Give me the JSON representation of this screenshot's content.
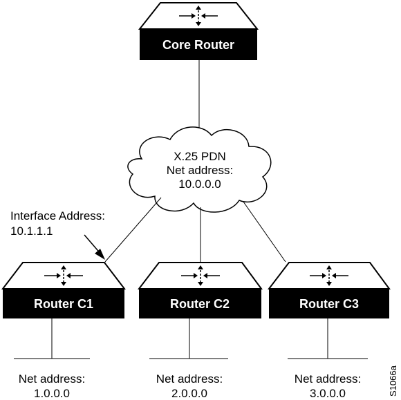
{
  "core_router": {
    "label": "Core Router"
  },
  "cloud": {
    "lines": [
      "X.25 PDN",
      "Net address:",
      "10.0.0.0"
    ]
  },
  "interface_note": {
    "lines": [
      "Interface Address:",
      "10.1.1.1"
    ]
  },
  "routers": [
    {
      "label": "Router C1",
      "net_lines": [
        "Net address:",
        "1.0.0.0"
      ]
    },
    {
      "label": "Router C2",
      "net_lines": [
        "Net address:",
        "2.0.0.0"
      ]
    },
    {
      "label": "Router C3",
      "net_lines": [
        "Net address:",
        "3.0.0.0"
      ]
    }
  ],
  "figure_id": "S1066a",
  "icons": {
    "router": "router-arrows-icon",
    "network": "cloud-icon"
  }
}
